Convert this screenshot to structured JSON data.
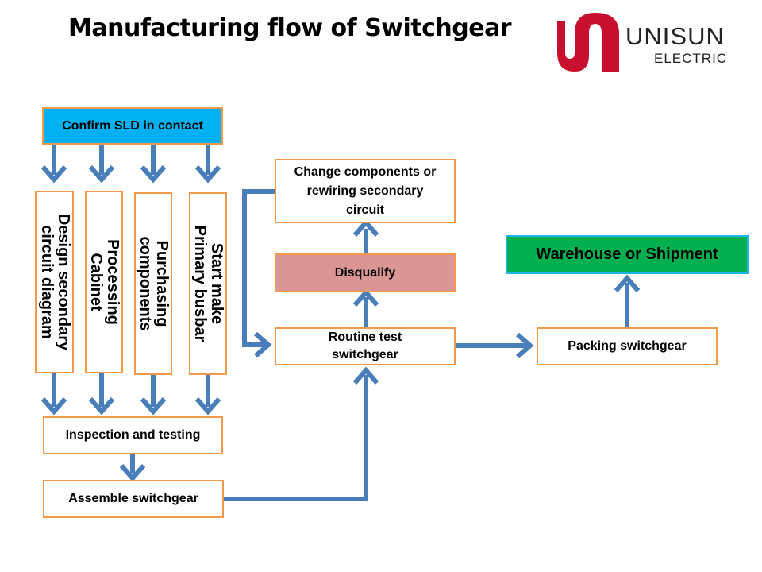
{
  "title": "Manufacturing flow of Switchgear",
  "logo": {
    "name": "UNISUN",
    "sub": "ELECTRIC",
    "color": "#c8102e"
  },
  "colors": {
    "box_border": "#f39a4a",
    "arrow": "#4a7ebb",
    "start_fill": "#00b0f0",
    "disqualify_fill": "#da9694",
    "end_fill": "#00b050",
    "end_border": "#1fb4f0"
  },
  "nodes": {
    "confirm": "Confirm SLD in contact",
    "design_line1": "Design secondary",
    "design_line2": "circuit diagram",
    "processing_line1": "Processing",
    "processing_line2": "Cabinet",
    "purchasing_line1": "Purchasing",
    "purchasing_line2": "components",
    "busbar_line1": "Start make",
    "busbar_line2": "Primary busbar",
    "inspection": "Inspection and testing",
    "assemble": "Assemble switchgear",
    "routine_line1": "Routine test",
    "routine_line2": "switchgear",
    "disqualify": "Disqualify",
    "change_line1": "Change components or",
    "change_line2": "rewiring secondary",
    "change_line3": "circuit",
    "packing": "Packing switchgear",
    "warehouse": "Warehouse or Shipment"
  }
}
